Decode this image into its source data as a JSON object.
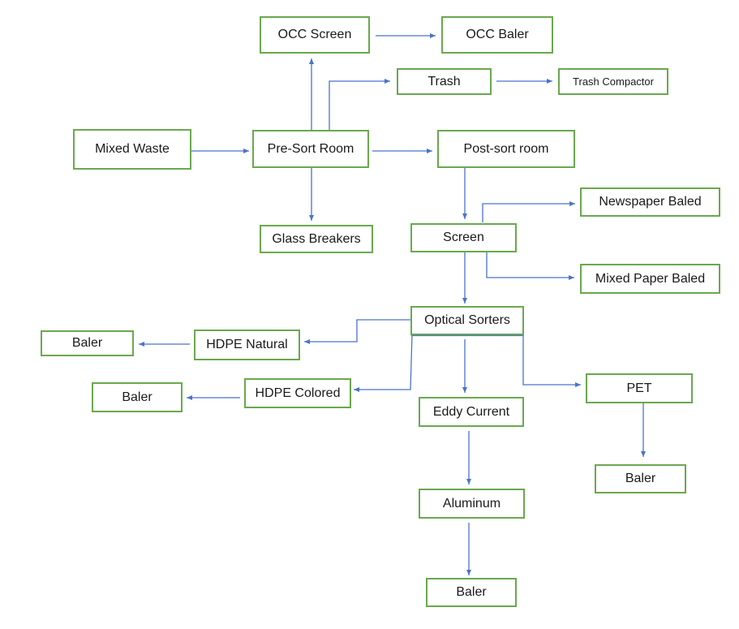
{
  "colors": {
    "box_border": "#6aa84f",
    "arrow": "#4a74c9",
    "text": "#1a1a1a"
  },
  "nodes": {
    "occ_screen": "OCC Screen",
    "occ_baler": "OCC Baler",
    "trash": "Trash",
    "trash_compactor": "Trash Compactor",
    "mixed_waste": "Mixed Waste",
    "pre_sort_room": "Pre-Sort Room",
    "post_sort_room": "Post-sort room",
    "glass_breakers": "Glass Breakers",
    "newspaper_baled": "Newspaper Baled",
    "screen": "Screen",
    "mixed_paper_baled": "Mixed Paper Baled",
    "optical_sorters": "Optical Sorters",
    "hdpe_natural": "HDPE Natural",
    "baler_natural": "Baler",
    "hdpe_colored": "HDPE Colored",
    "baler_colored": "Baler",
    "eddy_current": "Eddy Current",
    "pet": "PET",
    "baler_pet": "Baler",
    "aluminum": "Aluminum",
    "baler_aluminum": "Baler"
  }
}
